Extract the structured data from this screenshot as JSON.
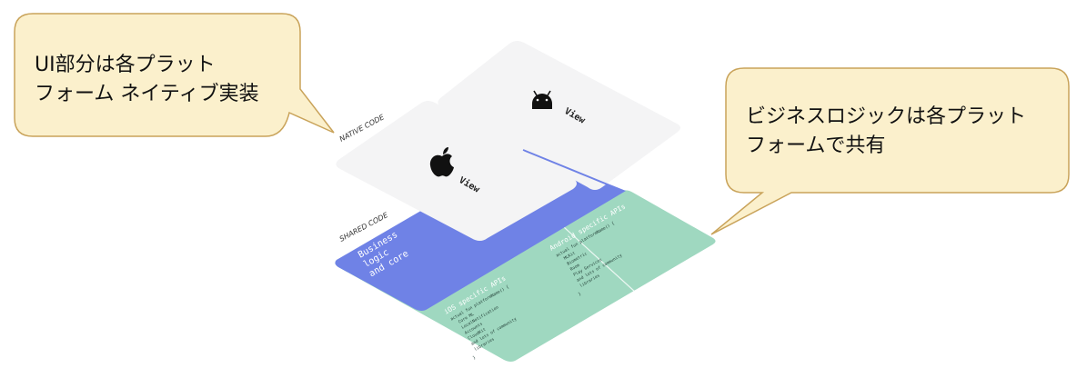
{
  "callouts": {
    "left": {
      "line1": "UI部分は各プラット",
      "line2": "フォーム ネイティブ実装"
    },
    "right": {
      "line1": "ビジネスロジックは各プラット",
      "line2": "フォームで共有"
    }
  },
  "labels": {
    "native_code": "NATIVE CODE",
    "shared_code": "SHARED CODE"
  },
  "cards": {
    "ios_view": {
      "icon": "apple-logo-icon",
      "label": "View"
    },
    "android_view": {
      "icon": "android-logo-icon",
      "label": "View"
    }
  },
  "shared": {
    "business_logic": [
      "Business",
      "logic",
      "and core"
    ],
    "ios_apis": {
      "title": "iOS specific APIs",
      "lines": [
        "actual fun platformName() {",
        "Core ML",
        "LocalNotification",
        "Accounts",
        "CloudKit",
        "and lots of community",
        "libraries",
        "}"
      ]
    },
    "android_apis": {
      "title": "Android specific APIs",
      "lines": [
        "actual fun platformName() {",
        "MLKit",
        "Biometric",
        "Room",
        "Play Services",
        "and lots of community",
        "libraries",
        "}"
      ]
    }
  },
  "colors": {
    "callout_fill": "#fbf0cc",
    "callout_stroke": "#c9a35a",
    "card_fill": "#f4f4f5",
    "shared_blue": "#6f82e6",
    "shared_green": "#9fd8c0"
  }
}
